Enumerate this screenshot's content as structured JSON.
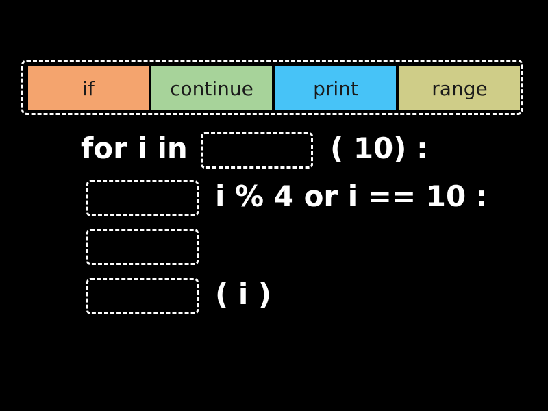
{
  "word_bank": {
    "tiles": [
      {
        "label": "if",
        "color": "#f4a46e"
      },
      {
        "label": "continue",
        "color": "#a7d39a"
      },
      {
        "label": "print",
        "color": "#47c3f7"
      },
      {
        "label": "range",
        "color": "#cfcd88"
      }
    ]
  },
  "code": {
    "line1_prefix": "for i in",
    "line1_suffix": "( 10) :",
    "line2_suffix": "i % 4 or i == 10 :",
    "line4_suffix": "( i )"
  }
}
